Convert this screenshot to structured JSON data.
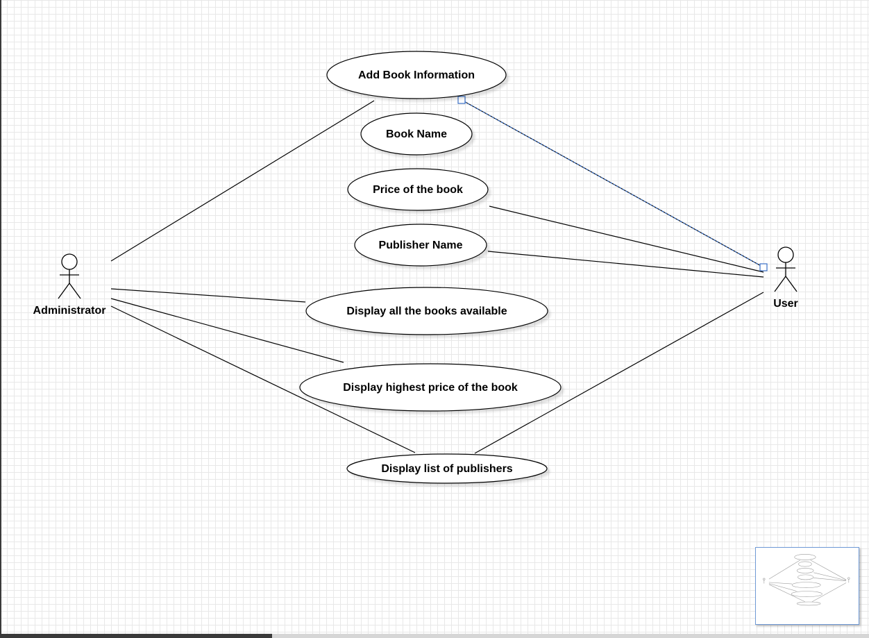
{
  "diagram": {
    "actors": {
      "administrator": "Administrator",
      "user": "User"
    },
    "use_cases": {
      "add_book_information": "Add Book Information",
      "book_name": "Book Name",
      "price_of_the_book": "Price of the book",
      "publisher_name": "Publisher Name",
      "display_all_books": "Display all the books available",
      "display_highest_price": "Display highest price of the book",
      "display_list_of_publishers": "Display list of publishers"
    },
    "selected_edge_color": "#3a6fc4"
  },
  "minimap": {
    "icon": "overview-minimap"
  }
}
